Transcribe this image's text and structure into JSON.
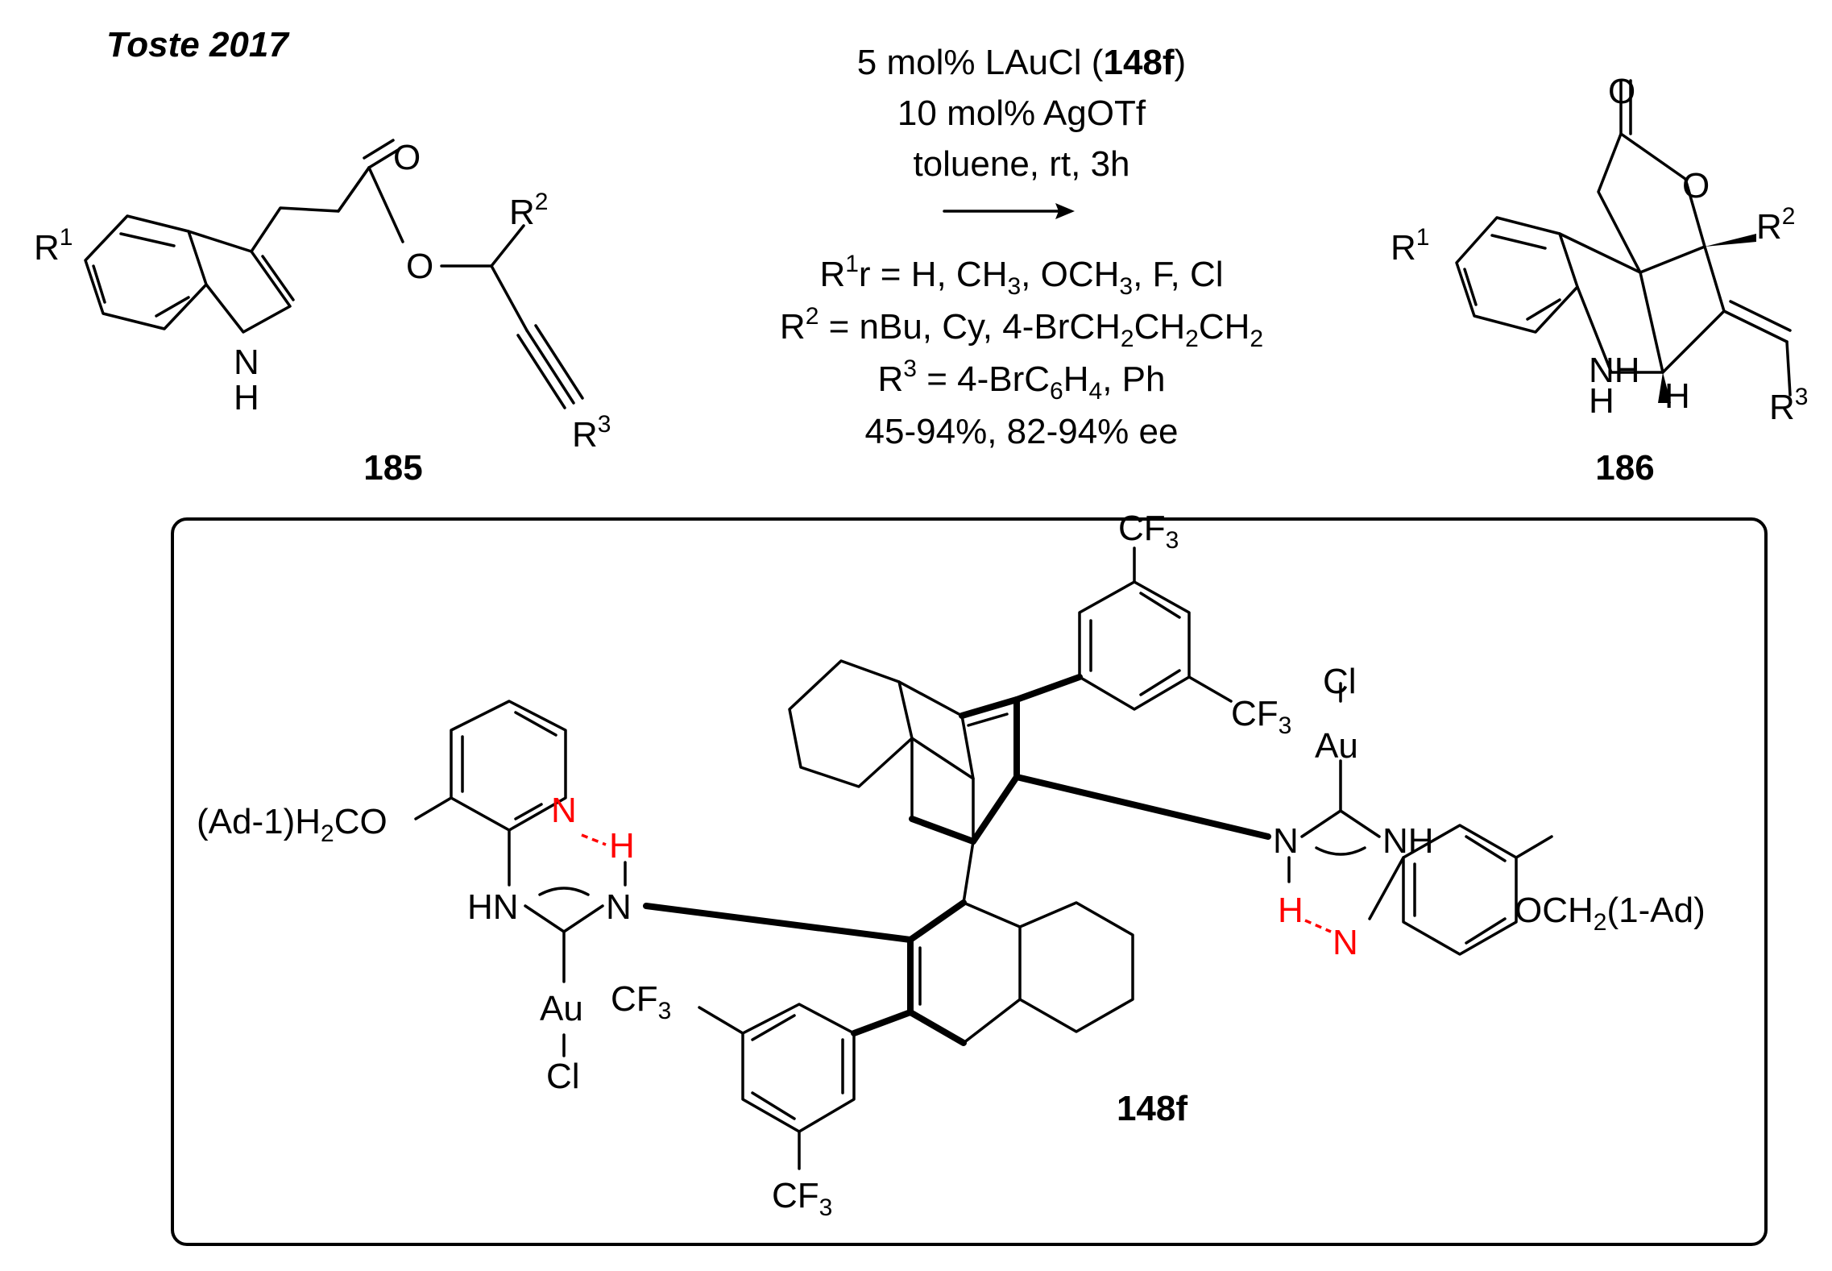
{
  "header": {
    "citation": "Toste 2017"
  },
  "compounds": {
    "start": {
      "id": "185"
    },
    "product": {
      "id": "186"
    },
    "catalyst": {
      "id": "148f"
    }
  },
  "conditions": {
    "catalyst_prefix": "5 mol% LAuCl (",
    "catalyst_ref": "148f",
    "catalyst_suffix": ")",
    "additive": "10 mol% AgOTf",
    "solvent": "toluene, rt, 3h",
    "r1_label": "R",
    "r1_sup": "1",
    "r1_text": "r  = H, CH",
    "r1_sub1": "3",
    "r1_text2": ", OCH",
    "r1_sub2": "3",
    "r1_text3": ", F, Cl",
    "r2_label": "R",
    "r2_sup": "2",
    "r2_text": " = nBu, Cy,  4-BrCH",
    "r2_sub1": "2",
    "r2_text2": "CH",
    "r2_sub2": "2",
    "r2_text3": "CH",
    "r2_sub3": "2",
    "r3_label": "R",
    "r3_sup": "3",
    "r3_text": " = 4-BrC",
    "r3_sub1": "6",
    "r3_text2": "H",
    "r3_sub2": "4",
    "r3_text3": ", Ph",
    "yield": "45-94%, 82-94% ee"
  },
  "atoms": {
    "O": "O",
    "N": "N",
    "H": "H",
    "NH": "NH",
    "HN": "HN",
    "R": "R",
    "sup1": "1",
    "sup2": "2",
    "sup3": "3",
    "CF": "CF",
    "sub3": "3",
    "Au": "Au",
    "Cl": "Cl",
    "left_ether": "(Ad-1)H",
    "left_ether_sub": "2",
    "left_ether_end": "CO",
    "right_ether": "OCH",
    "right_ether_sub": "2",
    "right_ether_end": "(1-Ad)"
  },
  "colors": {
    "hbond": "#ff0000",
    "ink": "#000000",
    "background": "#ffffff"
  }
}
